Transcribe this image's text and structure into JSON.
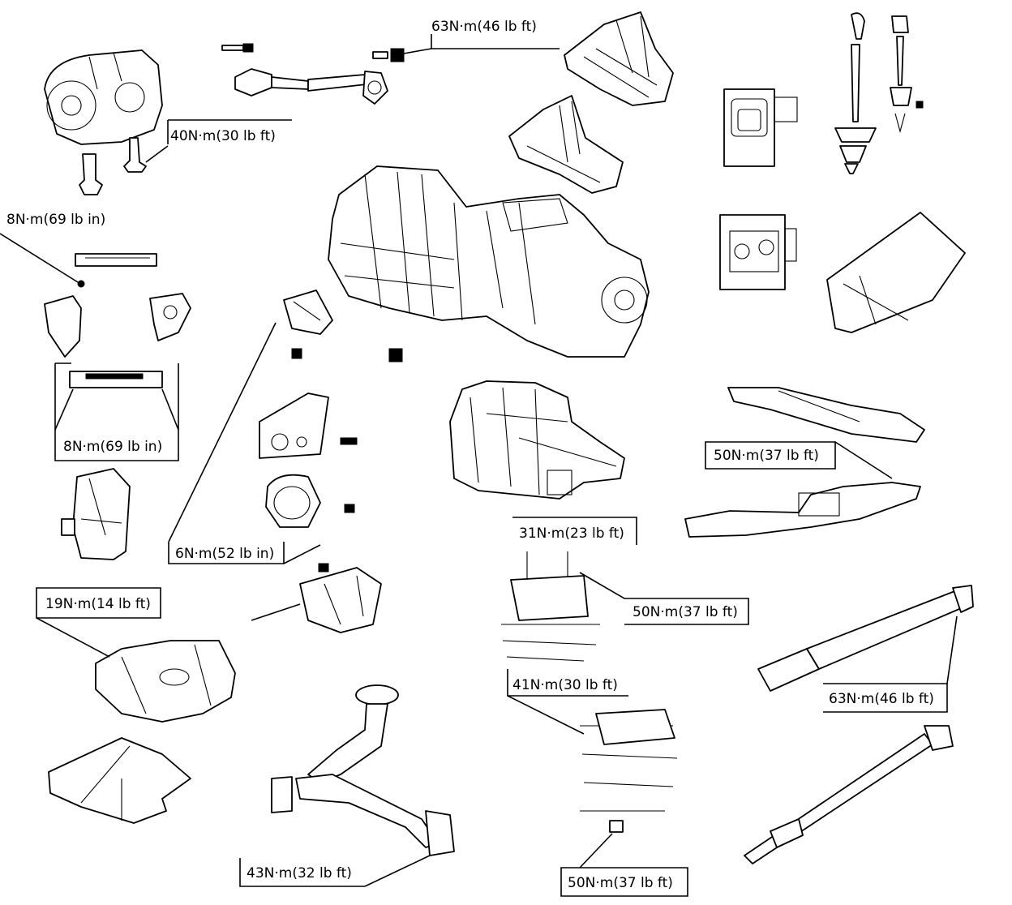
{
  "labels": {
    "torque_63_top": "63N·m(46 lb ft)",
    "torque_40": "40N·m(30 lb ft)",
    "torque_8_left": "8N·m(69 lb in)",
    "torque_8_mount": "8N·m(69 lb in)",
    "torque_6": "6N·m(52 lb in)",
    "torque_19": "19N·m(14 lb ft)",
    "torque_43": "43N·m(32 lb ft)",
    "torque_31": "31N·m(23 lb ft)",
    "torque_50_crossmember": "50N·m(37 lb ft)",
    "torque_50_mount": "50N·m(37 lb ft)",
    "torque_41": "41N·m(30 lb ft)",
    "torque_50_bottom": "50N·m(37 lb ft)",
    "torque_63_right": "63N·m(46 lb ft)"
  }
}
